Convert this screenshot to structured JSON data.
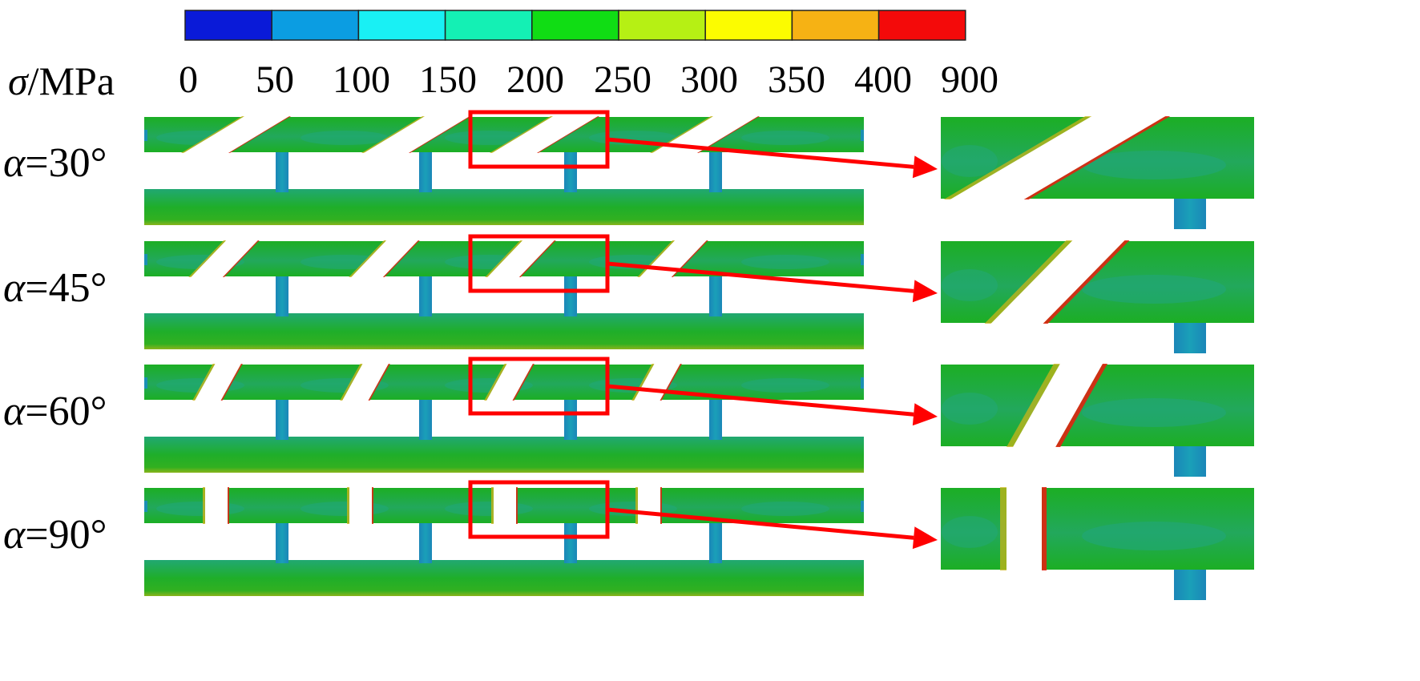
{
  "legend": {
    "symbol": "σ",
    "unit": "/MPa",
    "ticks": [
      "0",
      "50",
      "100",
      "150",
      "200",
      "250",
      "300",
      "350",
      "400",
      "900"
    ],
    "colors": [
      "#0a1ad8",
      "#0b9de2",
      "#19f0f4",
      "#14f0b4",
      "#10dd14",
      "#b6f014",
      "#fcfc00",
      "#f6b214",
      "#f40a0a"
    ]
  },
  "rows": [
    {
      "symbol": "α",
      "value": "=30°",
      "angle": 30
    },
    {
      "symbol": "α",
      "value": "=45°",
      "angle": 45
    },
    {
      "symbol": "α",
      "value": "=60°",
      "angle": 60
    },
    {
      "symbol": "α",
      "value": "=90°",
      "angle": 90
    }
  ],
  "colors": {
    "body": "#1fae1f",
    "low": "#21a77a",
    "pillar": "#1a8fb4",
    "high": "#e02410",
    "mid": "#c8b41a",
    "highlight": "#ff0000"
  }
}
